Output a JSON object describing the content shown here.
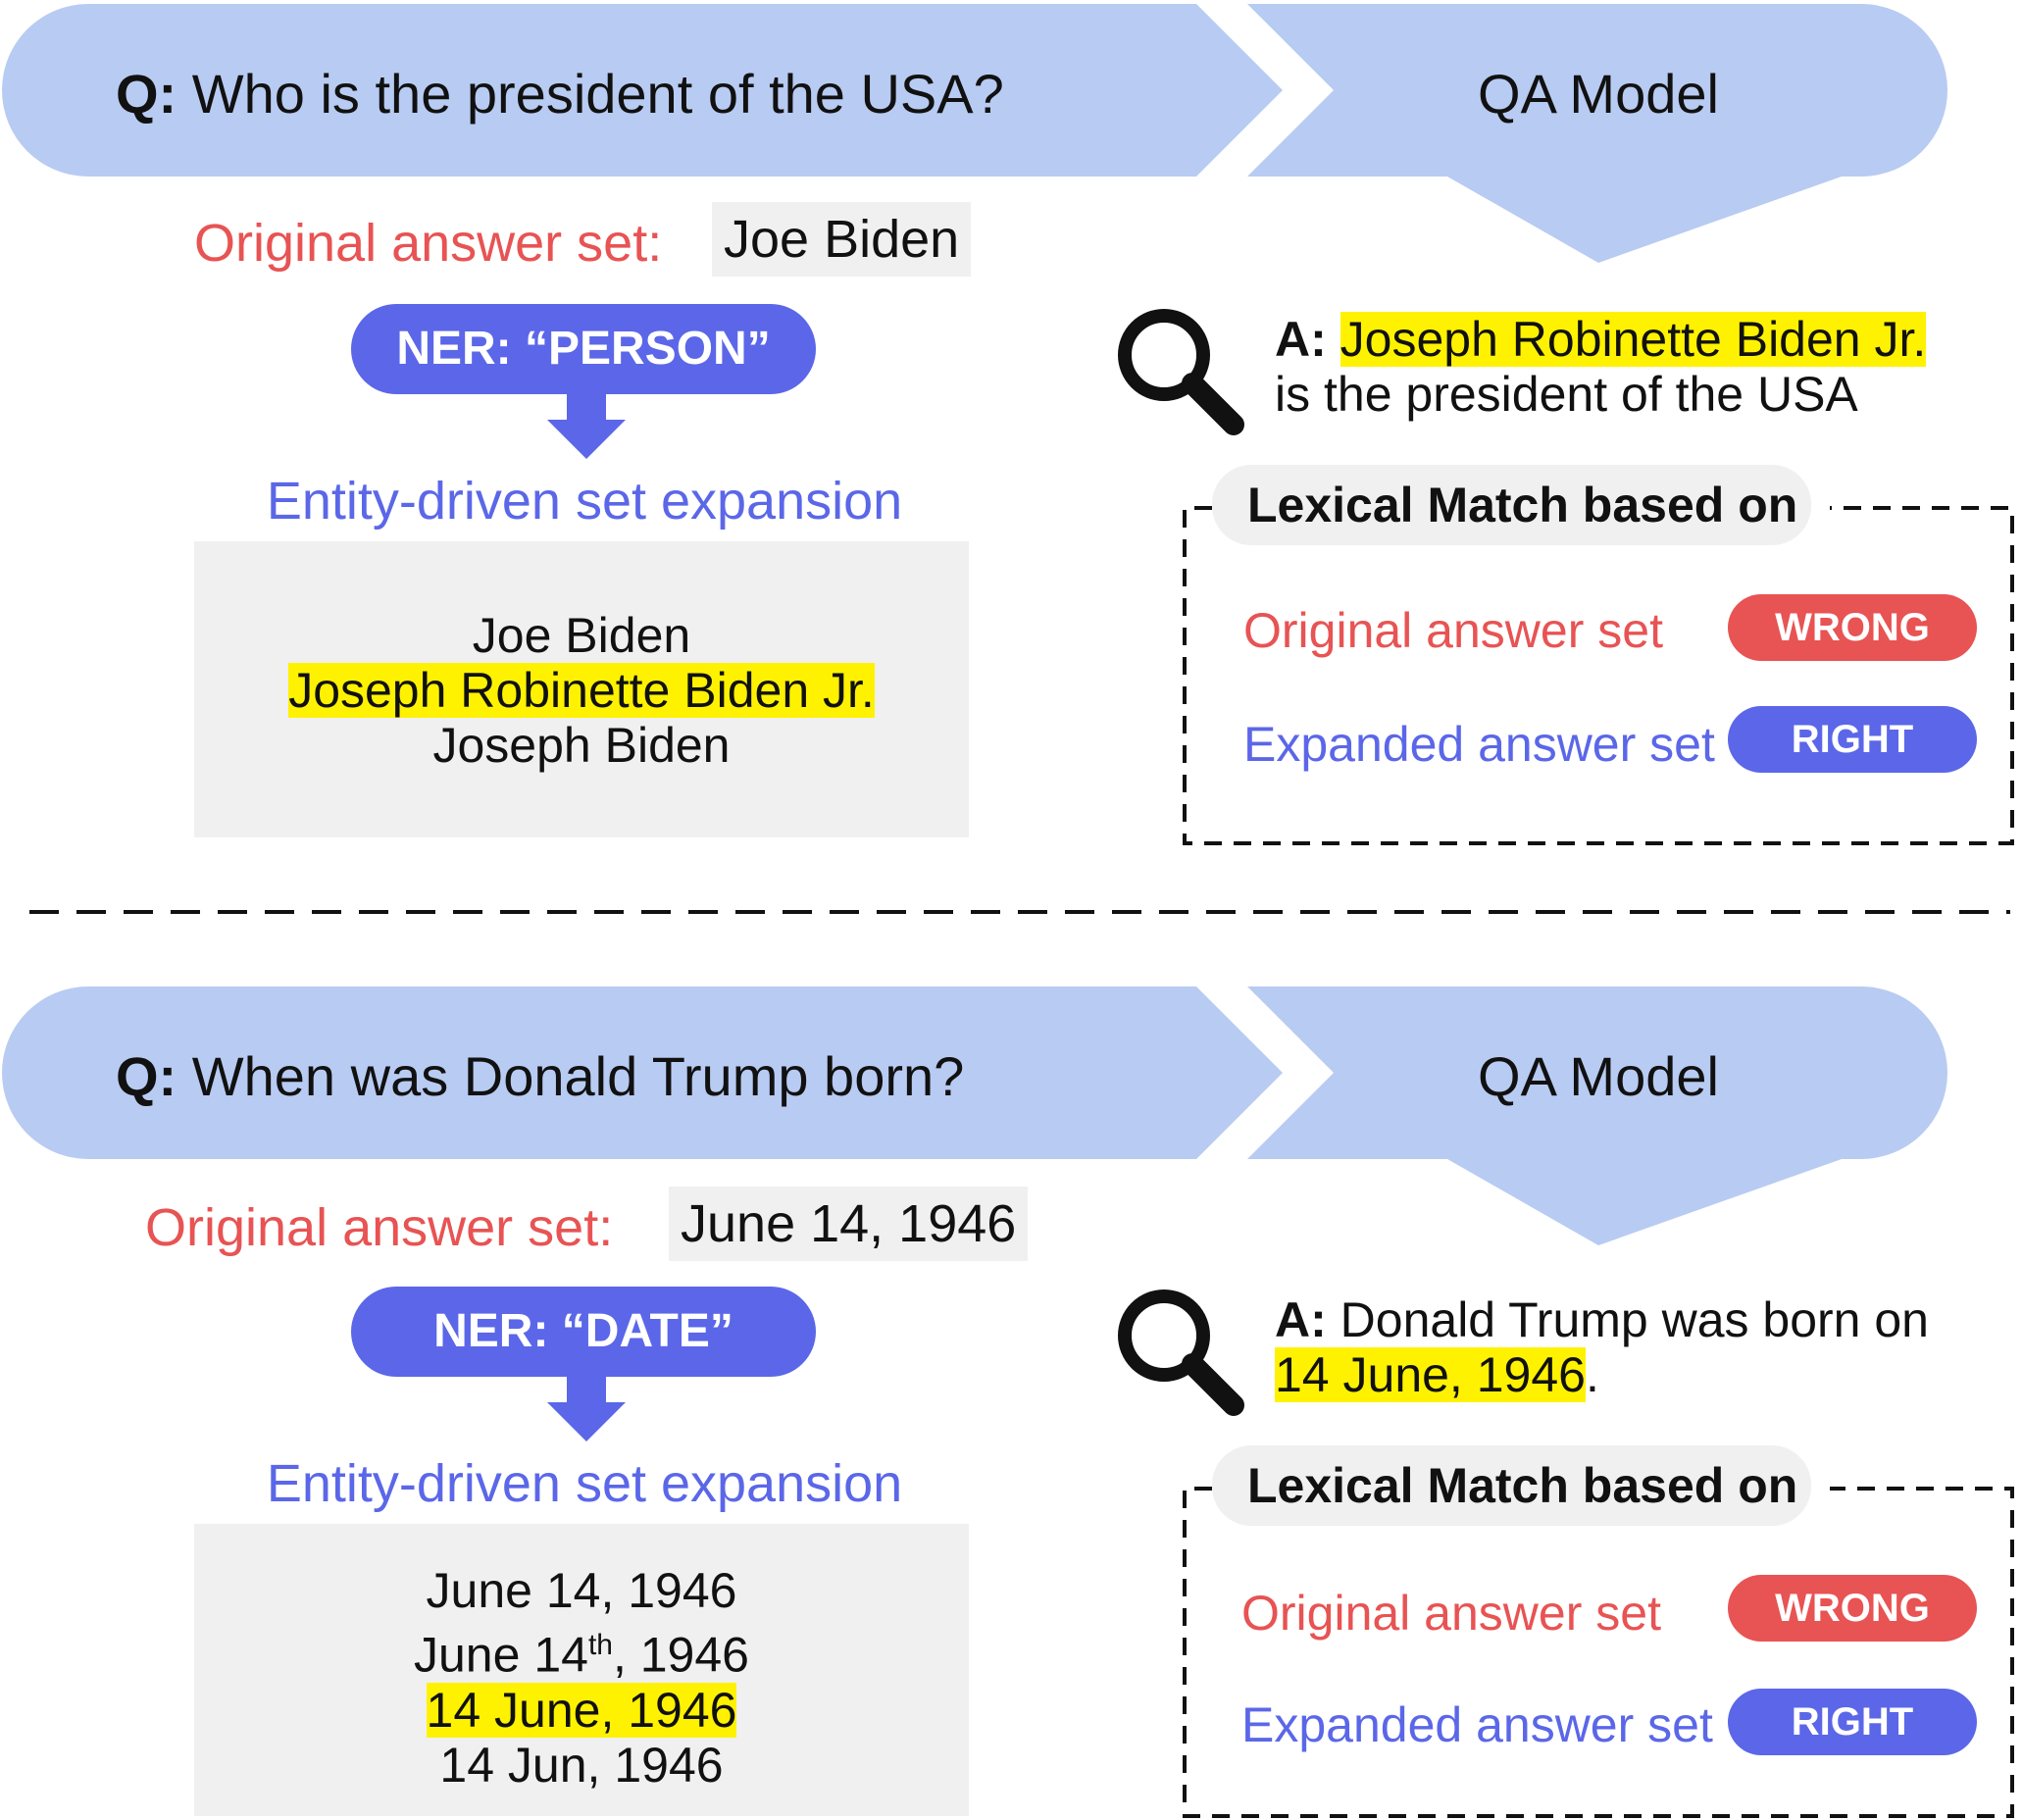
{
  "colors": {
    "banner": "#b8cbf2",
    "accent_blue": "#5b67e8",
    "accent_red": "#e85353",
    "highlight": "#fff200",
    "box_gray": "#f0f0f0"
  },
  "examples": [
    {
      "question_prefix": "Q:",
      "question": "Who is the president of the USA?",
      "model_label": "QA Model",
      "original_label": "Original answer set:",
      "original_answer": "Joe Biden",
      "ner_label": "NER: “PERSON”",
      "expansion_title": "Entity-driven set expansion",
      "expanded_set": [
        {
          "text": "Joe Biden"
        },
        {
          "text": "Joseph Robinette Biden Jr."
        },
        {
          "text": "Joseph Biden"
        }
      ],
      "answer_prefix": "A:",
      "answer_line1": "Joseph Robinette Biden Jr.",
      "answer_line2": "is the president of the USA",
      "match_title": "Lexical Match based on",
      "original_set_label": "Original answer set",
      "original_verdict": "WRONG",
      "expanded_set_label": "Expanded answer set",
      "expanded_verdict": "RIGHT",
      "icon": "magnifier-icon"
    },
    {
      "question_prefix": "Q:",
      "question": "When was Donald Trump born?",
      "model_label": "QA Model",
      "original_label": "Original answer set:",
      "original_answer": "June 14, 1946",
      "ner_label": "NER: “DATE”",
      "expansion_title": "Entity-driven set expansion",
      "expanded_set": [
        {
          "text": "June 14, 1946"
        },
        {
          "pre": "June 14",
          "sup": "th",
          "post": ", 1946"
        },
        {
          "text": "14 June, 1946"
        },
        {
          "text": "14 Jun, 1946"
        }
      ],
      "answer_prefix": "A:",
      "answer_line1": "Donald Trump was born on",
      "answer_line2_highlight": "14 June, 1946",
      "answer_line2_suffix": ".",
      "match_title": "Lexical Match based on",
      "original_set_label": "Original answer set",
      "original_verdict": "WRONG",
      "expanded_set_label": "Expanded answer set",
      "expanded_verdict": "RIGHT",
      "icon": "magnifier-icon"
    }
  ]
}
